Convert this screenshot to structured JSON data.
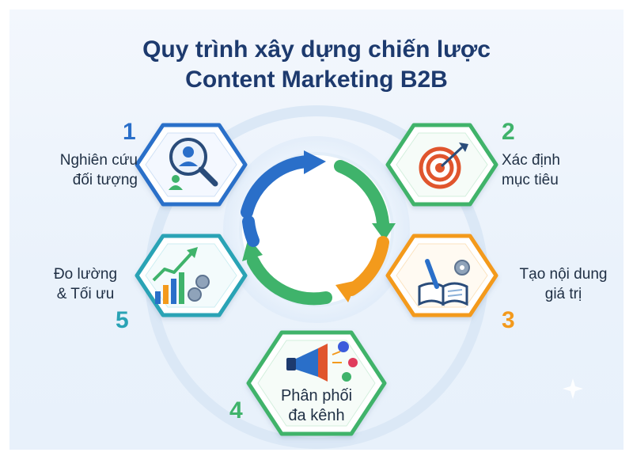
{
  "title": {
    "line1": "Quy trình xây dựng chiến lược",
    "line2": "Content Marketing B2B"
  },
  "steps": [
    {
      "number": "1",
      "label_line1": "Nghiên cứu",
      "label_line2": "đối tượng",
      "color": "#2a6fc9",
      "icon": "audience-research-icon"
    },
    {
      "number": "2",
      "label_line1": "Xác định",
      "label_line2": "mục tiêu",
      "color": "#3fb36b",
      "icon": "target-goal-icon"
    },
    {
      "number": "3",
      "label_line1": "Tạo nội dung",
      "label_line2": "giá trị",
      "color": "#f39a1c",
      "icon": "content-creation-icon"
    },
    {
      "number": "4",
      "label_line1": "Phân phối",
      "label_line2": "đa kênh",
      "color": "#3fb36b",
      "icon": "megaphone-distribution-icon"
    },
    {
      "number": "5",
      "label_line1": "Đo lường",
      "label_line2": "& Tối ưu",
      "color": "#2aa3b5",
      "icon": "growth-chart-icon"
    }
  ],
  "colors": {
    "title": "#1d3a6e",
    "arrow_blue": "#2a6fc9",
    "arrow_green": "#3fb36b",
    "arrow_orange": "#f39a1c",
    "background": "#eaf2fb"
  }
}
